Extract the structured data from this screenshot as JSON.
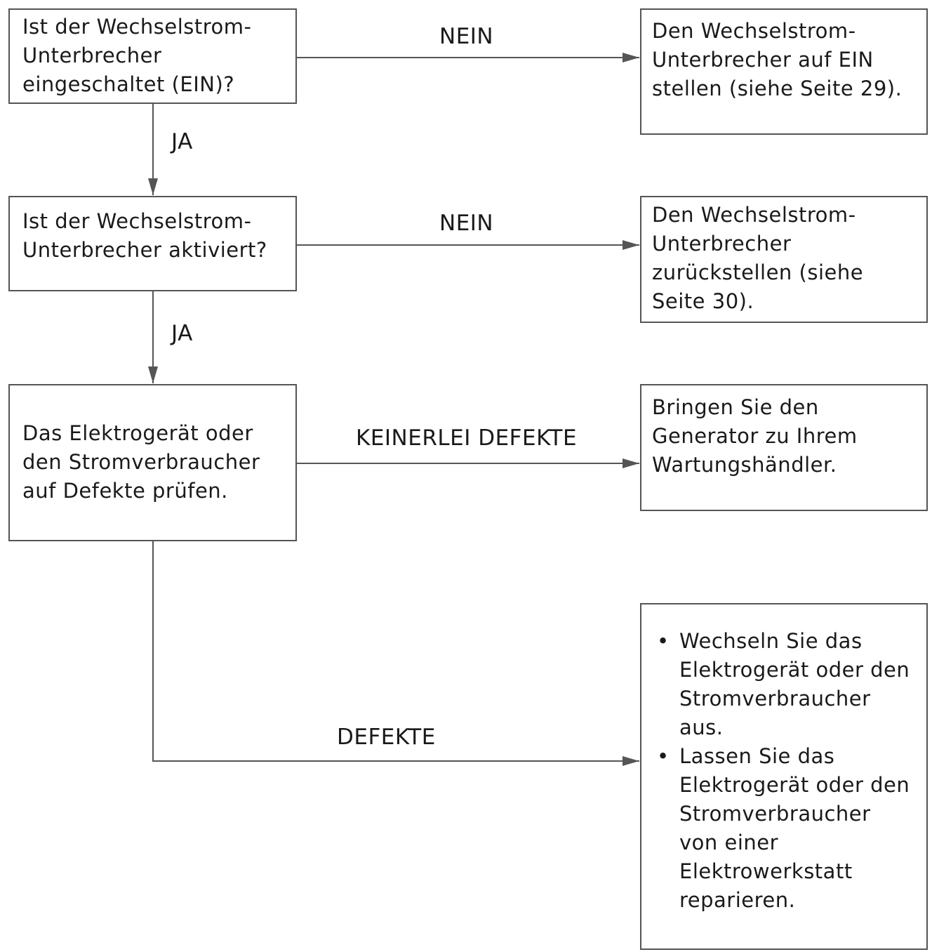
{
  "questions": {
    "q1": "Ist der Wechselstrom-\nUnterbrecher\neingeschaltet (EIN)?",
    "q2": "Ist der Wechselstrom-\nUnterbrecher aktiviert?",
    "q3": "Das Elektrogerät oder\nden Stromverbraucher\nauf Defekte prüfen."
  },
  "actions": {
    "a1": "Den Wechselstrom-\nUnterbrecher auf EIN\nstellen (siehe Seite 29).",
    "a2": "Den Wechselstrom-\nUnterbrecher\nzurückstellen (siehe\nSeite 30).",
    "a3": "Bringen Sie den\nGenerator zu Ihrem\nWartungshändler.",
    "a4": [
      "Wechseln Sie das\nElektrogerät oder den\nStromverbraucher\naus.",
      "Lassen Sie das\nElektrogerät oder den\nStromverbraucher\nvon einer\nElektrowerkstatt\nreparieren."
    ],
    "bullet_symbol": "•"
  },
  "edges": {
    "nein1": "NEIN",
    "ja1": "JA",
    "nein2": "NEIN",
    "ja2": "JA",
    "keine": "KEINERLEI DEFEKTE",
    "defekte": "DEFEKTE"
  },
  "colors": {
    "line": "#555555",
    "text": "#1a1a1a"
  }
}
